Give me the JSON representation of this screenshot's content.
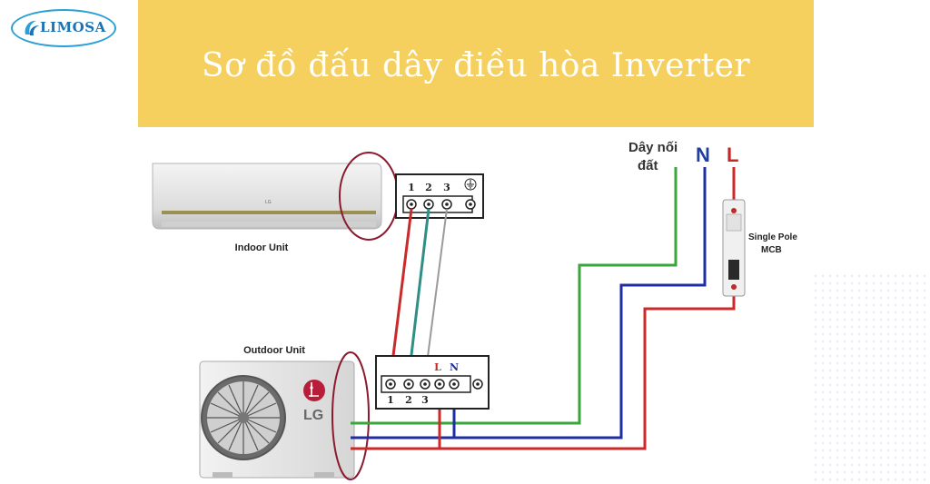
{
  "logo": {
    "brand_text": "LIMOSA",
    "icon": "wave-logo-icon",
    "color": "#1a73b5"
  },
  "banner": {
    "title": "Sơ đồ đấu dây điều hòa Inverter",
    "background": "#f6d05f"
  },
  "diagram": {
    "indoor_unit": {
      "label": "Indoor Unit",
      "brand": "LG"
    },
    "outdoor_unit": {
      "label": "Outdoor Unit",
      "brand": "LG"
    },
    "indoor_terminal": {
      "terminals": [
        "1",
        "2",
        "3"
      ],
      "ground_symbol": "ground-icon"
    },
    "outdoor_terminal": {
      "terminals": [
        "1",
        "2",
        "3"
      ],
      "L": "L",
      "N": "N"
    },
    "supply": {
      "ground_label_line1": "Dây nối",
      "ground_label_line2": "đất",
      "N": "N",
      "L": "L"
    },
    "breaker": {
      "label_line1": "Single Pole",
      "label_line2": "MCB"
    },
    "wire_colors": {
      "red": "#cc2a2a",
      "green": "#3aa53a",
      "teal": "#2f8f84",
      "gray": "#9a9a9a",
      "blue": "#1f2fa0",
      "highlight": "#8b1a2e"
    }
  }
}
